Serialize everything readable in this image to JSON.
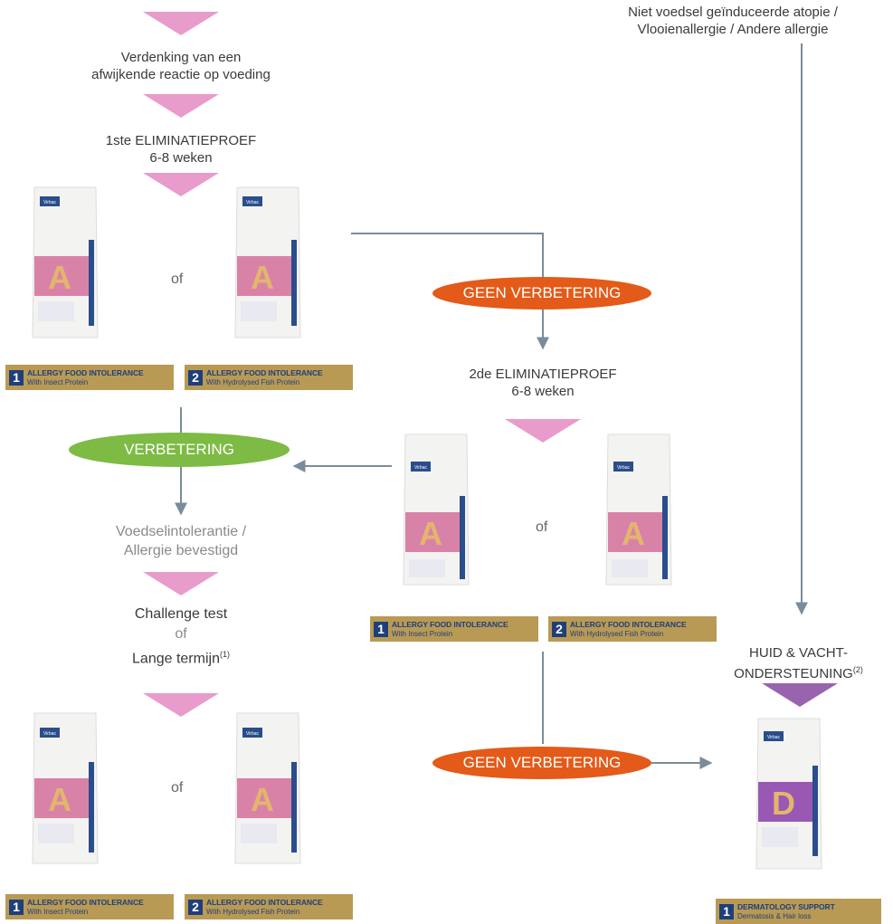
{
  "top_right_text_1": "Niet voedsel geïnduceerde atopie /",
  "top_right_text_2": "Vlooienallergie / Andere allergie",
  "suspicion_1": "Verdenking van een",
  "suspicion_2": "afwijkende reactie op voeding",
  "elim1_title": "1ste ELIMINATIEPROEF",
  "elim1_duration": "6-8 weken",
  "elim2_title": "2de ELIMINATIEPROEF",
  "elim2_duration": "6-8 weken",
  "or_word": "of",
  "no_improvement": "GEEN VERBETERING",
  "improvement": "VERBETERING",
  "confirmed_1": "Voedselintolerantie /",
  "confirmed_2": "Allergie bevestigd",
  "challenge": "Challenge test",
  "long_term": "Lange termijn",
  "long_term_ref": "(1)",
  "skin_1": "HUID & VACHT-",
  "skin_2": "ONDERSTEUNING",
  "skin_ref": "(2)",
  "products": {
    "insect": {
      "num": "1",
      "name": "ALLERGY FOOD INTOLERANCE",
      "sub": "With Insect Protein"
    },
    "fish": {
      "num": "2",
      "name": "ALLERGY FOOD INTOLERANCE",
      "sub": "With Hydrolysed Fish Protein"
    },
    "derma": {
      "num": "1",
      "name": "DERMATOLOGY SUPPORT",
      "sub": "Dermatosis & Hair loss"
    }
  },
  "bag_brand": "Virbac",
  "bag_letter_a": "A",
  "bag_letter_d": "D",
  "colors": {
    "pink_arrow": "#e89ccb",
    "purple_arrow": "#9a63ad",
    "orange": "#e35a19",
    "green": "#7dbb45",
    "gold": "#b99a55",
    "navy": "#1e3f7a",
    "connector": "#7a8c99"
  }
}
